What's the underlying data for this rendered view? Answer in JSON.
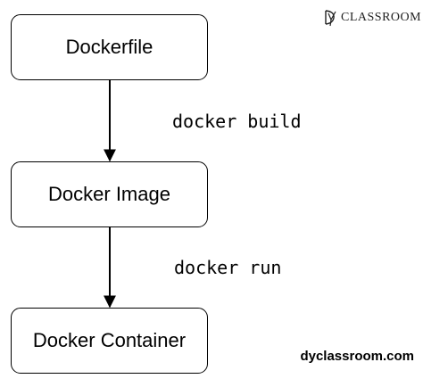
{
  "logo": {
    "text": "CLASSROOM"
  },
  "diagram": {
    "nodes": [
      {
        "label": "Dockerfile"
      },
      {
        "label": "Docker Image"
      },
      {
        "label": "Docker Container"
      }
    ],
    "edges": [
      {
        "label": "docker build"
      },
      {
        "label": "docker run"
      }
    ]
  },
  "footer": {
    "site": "dyclassroom.com"
  },
  "colors": {
    "stroke": "#000000",
    "background": "#ffffff"
  }
}
